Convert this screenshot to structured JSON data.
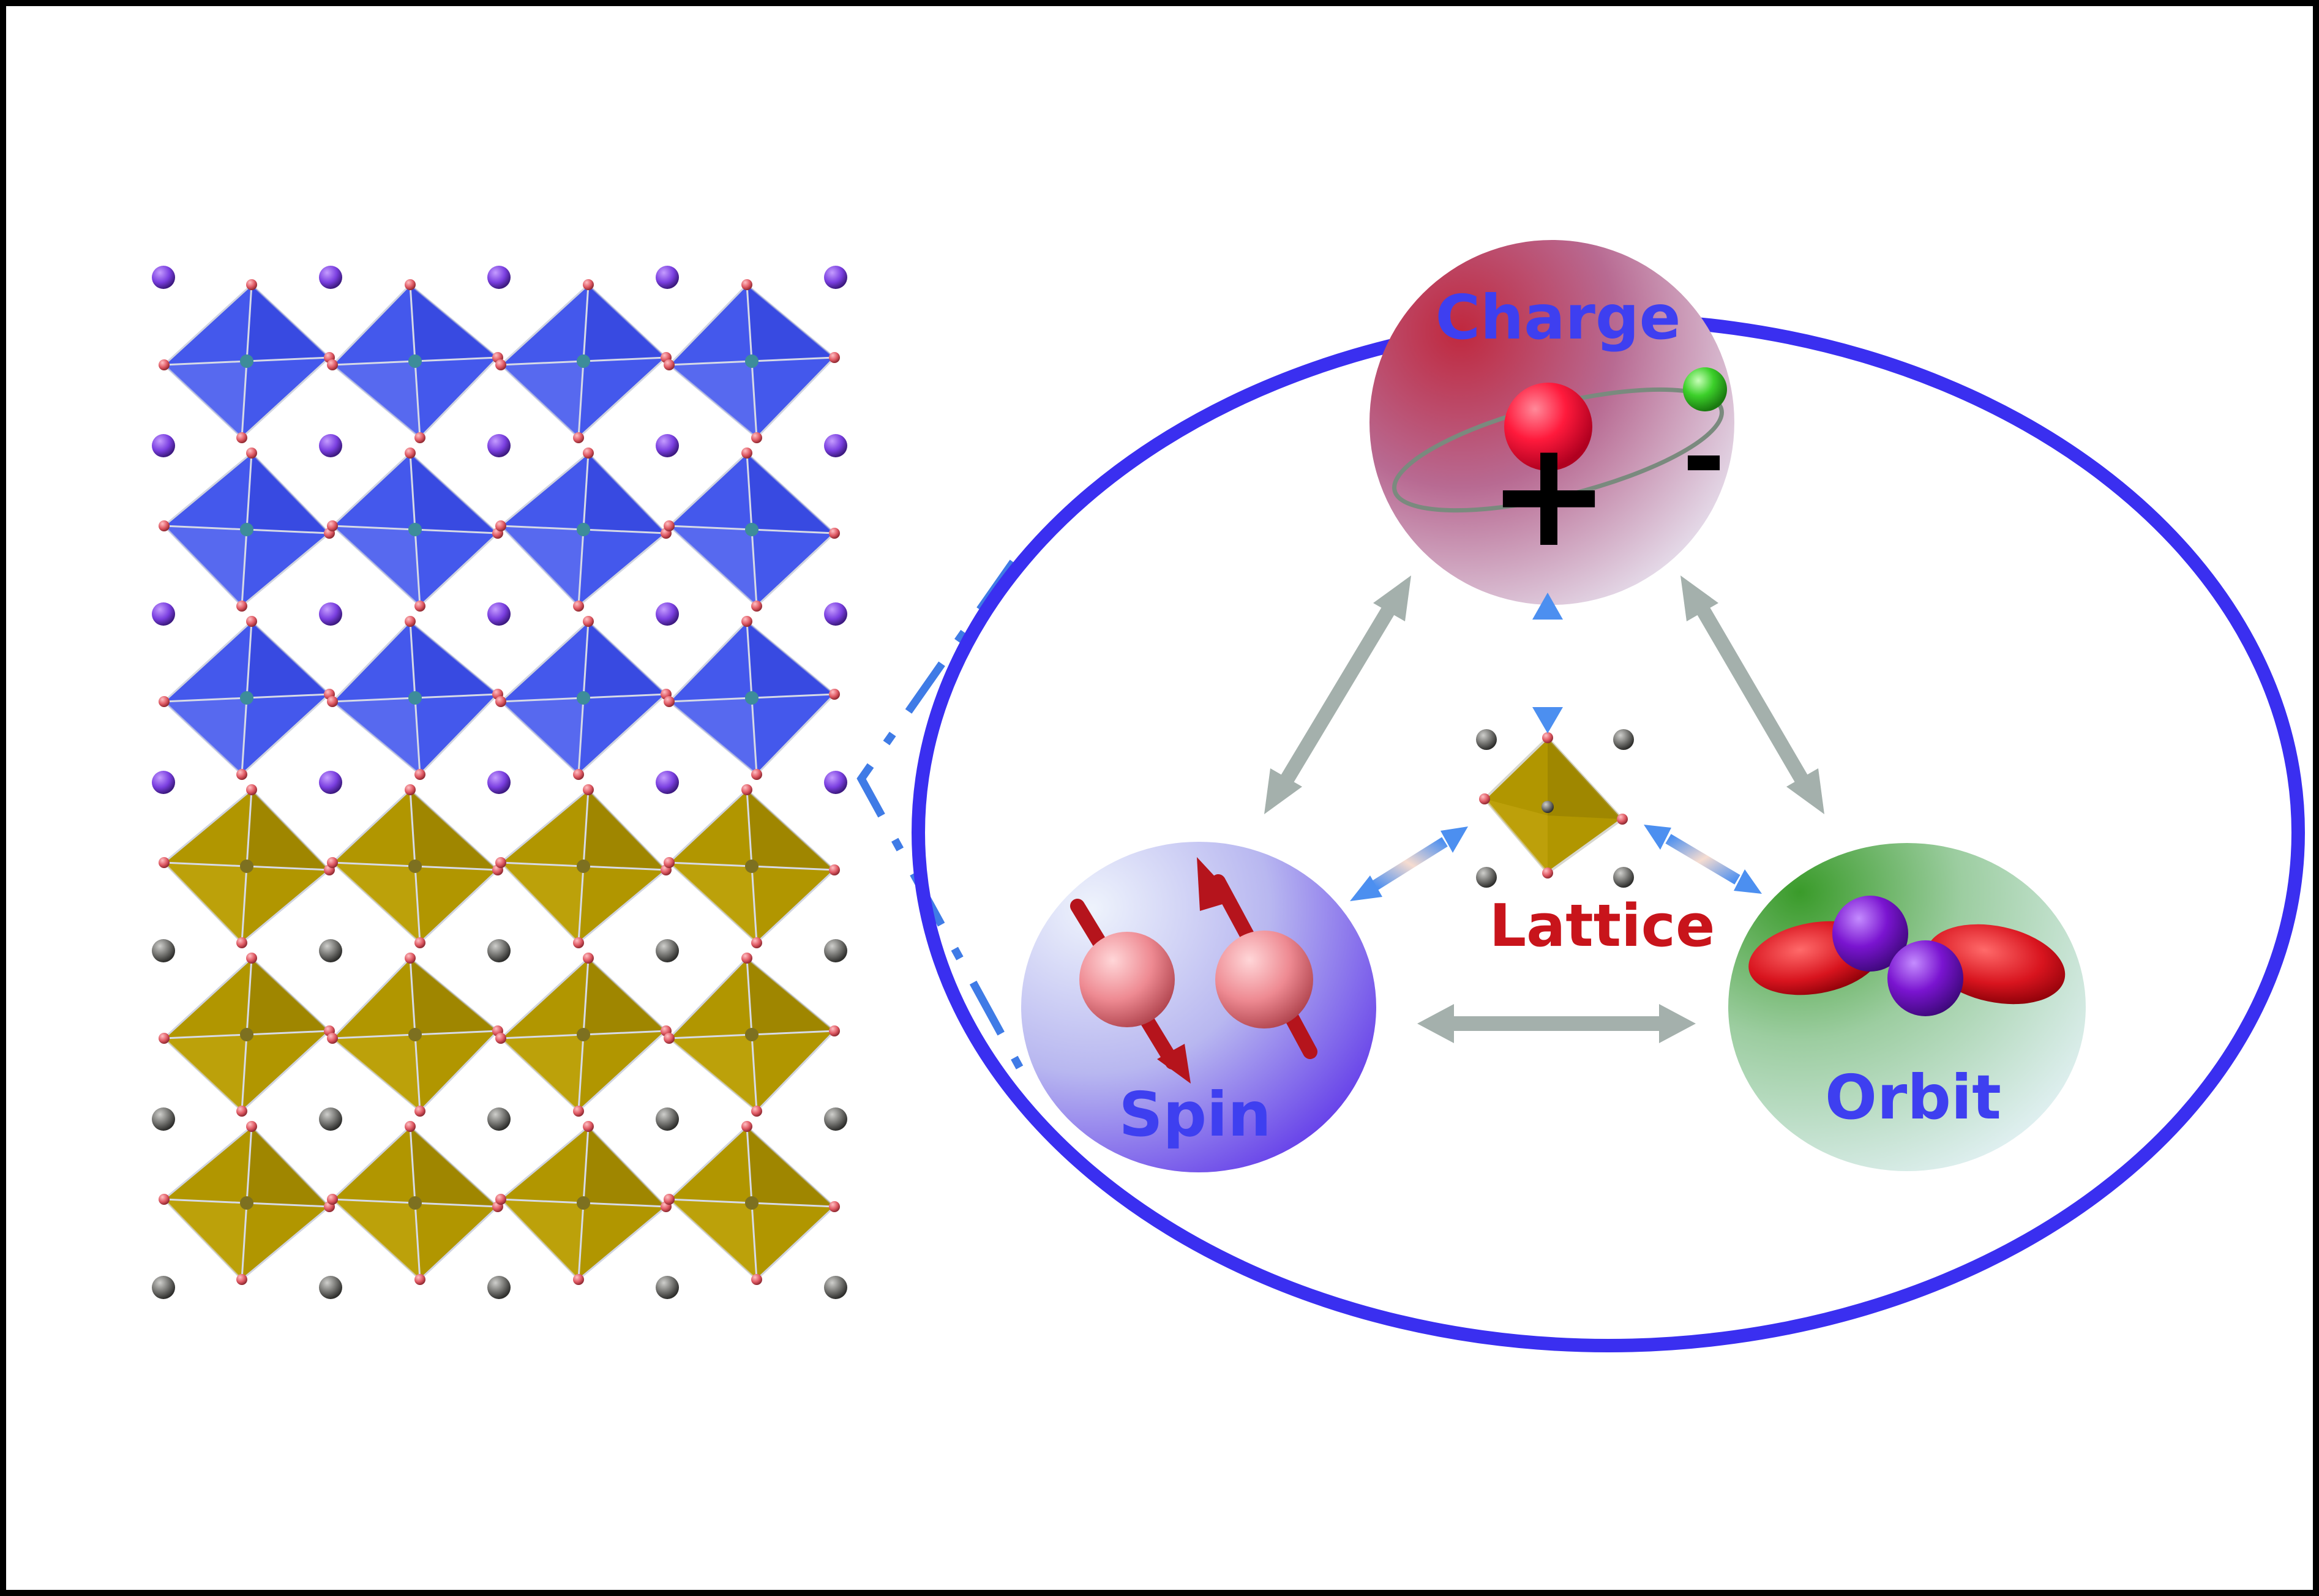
{
  "labels": {
    "charge": "Charge",
    "spin": "Spin",
    "orbit": "Orbit",
    "lattice": "Lattice",
    "plus": "+",
    "minus": "-"
  },
  "colors": {
    "frame": "#000000",
    "blue_octahedra": "#4458ec",
    "gold_octahedra": "#b19600",
    "a_site_purple": "#7a3fe0",
    "a_site_gray": "#6f6f6c",
    "oxygen": "#e05a64",
    "big_circle": "#3a2ff0",
    "dash_connector": "#3f7be6",
    "label_blue": "#3e3ff0",
    "label_red": "#c8141b",
    "gray_arrow": "#a4b0ac",
    "blue_arrow": "#4c8ff0",
    "electron_green": "#3cd02a",
    "nucleus_red": "#e0183a",
    "orbital_red": "#d8141e",
    "orbital_purple": "#7a14d0"
  },
  "icons": {
    "connector": "dash-dot-bracket",
    "nucleus": "red-sphere",
    "electron": "green-sphere",
    "spin_particle": "pink-sphere-with-arrow",
    "orbital": "d-orbital-lobes"
  }
}
